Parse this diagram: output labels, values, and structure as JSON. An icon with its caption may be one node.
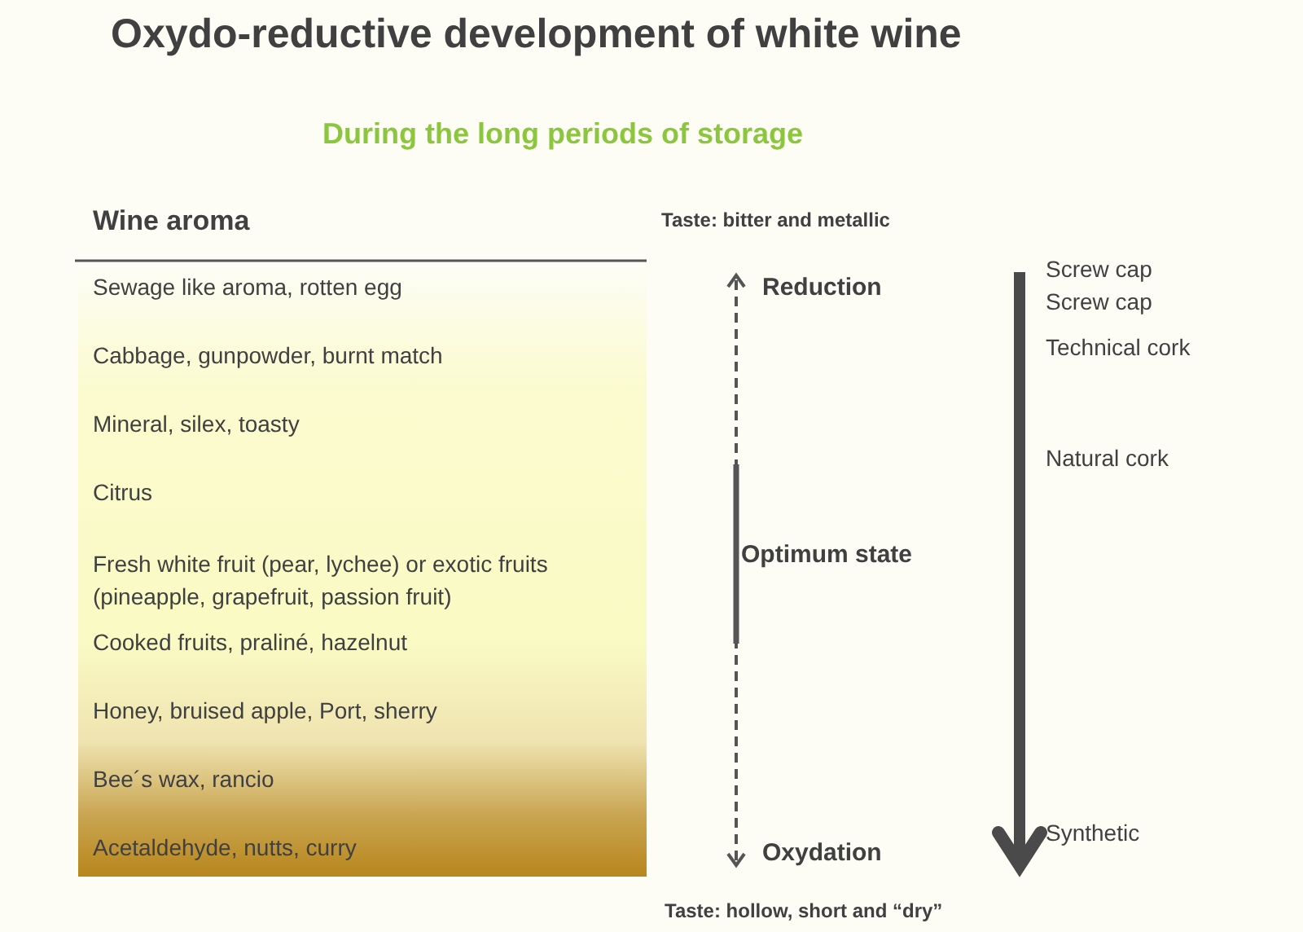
{
  "diagram": {
    "title": "Oxydo-reductive development of white wine",
    "labels": [
      "During the long periods of storage",
      "Wine aroma",
      "Taste: bitter and metallic",
      "Screw cap",
      "Screw cap",
      "Sewage like aroma, rotten egg",
      "Reduction",
      "Technical cork",
      "Cabbage, gunpowder, burnt match",
      "Mineral, silex, toasty",
      "Natural cork",
      "Citrus",
      "Fresh white fruit (pear, lychee) or exotic fruits (pineapple, grapefruit, passion fruit)",
      "Optimum state",
      "Cooked fruits, praliné, hazelnut",
      "Honey, bruised apple, Port, sherry",
      "Bee´s wax, rancio",
      "Acetaldehyde, nutts, curry",
      "Oxydation",
      "Synthetic",
      "Taste: hollow, short and “dry”"
    ]
  }
}
